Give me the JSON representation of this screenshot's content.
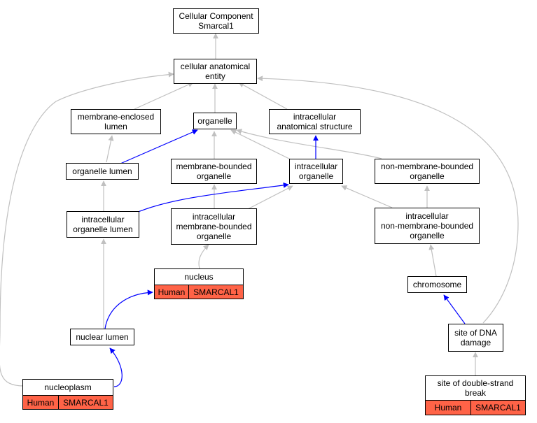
{
  "root": {
    "lines": [
      "Cellular Component",
      "Smarcal1"
    ]
  },
  "nodes": {
    "cellular_anatomical_entity": [
      "cellular anatomical",
      "entity"
    ],
    "membrane_enclosed_lumen": [
      "membrane-enclosed",
      "lumen"
    ],
    "organelle": [
      "organelle"
    ],
    "intracellular_anatomical_structure": [
      "intracellular",
      "anatomical structure"
    ],
    "organelle_lumen": [
      "organelle lumen"
    ],
    "membrane_bounded_organelle": [
      "membrane-bounded",
      "organelle"
    ],
    "intracellular_organelle": [
      "intracellular",
      "organelle"
    ],
    "non_membrane_bounded_organelle": [
      "non-membrane-bounded",
      "organelle"
    ],
    "intracellular_organelle_lumen": [
      "intracellular",
      "organelle lumen"
    ],
    "intracellular_membrane_bounded_organelle": [
      "intracellular",
      "membrane-bounded",
      "organelle"
    ],
    "intracellular_non_membrane_bounded_organelle": [
      "intracellular",
      "non-membrane-bounded",
      "organelle"
    ],
    "nucleus": [
      "nucleus"
    ],
    "chromosome": [
      "chromosome"
    ],
    "nuclear_lumen": [
      "nuclear lumen"
    ],
    "site_of_dna_damage": [
      "site of DNA",
      "damage"
    ],
    "nucleoplasm": [
      "nucleoplasm"
    ],
    "site_of_double_strand_break": [
      "site of double-strand",
      "break"
    ]
  },
  "annotations": {
    "nucleus": {
      "species": "Human",
      "gene": "SMARCAL1"
    },
    "nucleoplasm": {
      "species": "Human",
      "gene": "SMARCAL1"
    },
    "site_of_double_strand_break": {
      "species": "Human",
      "gene": "SMARCAL1"
    }
  },
  "colors": {
    "edge_gray": "#c0c0c0",
    "edge_blue": "#0000ff",
    "annotation": "#ff6347"
  }
}
